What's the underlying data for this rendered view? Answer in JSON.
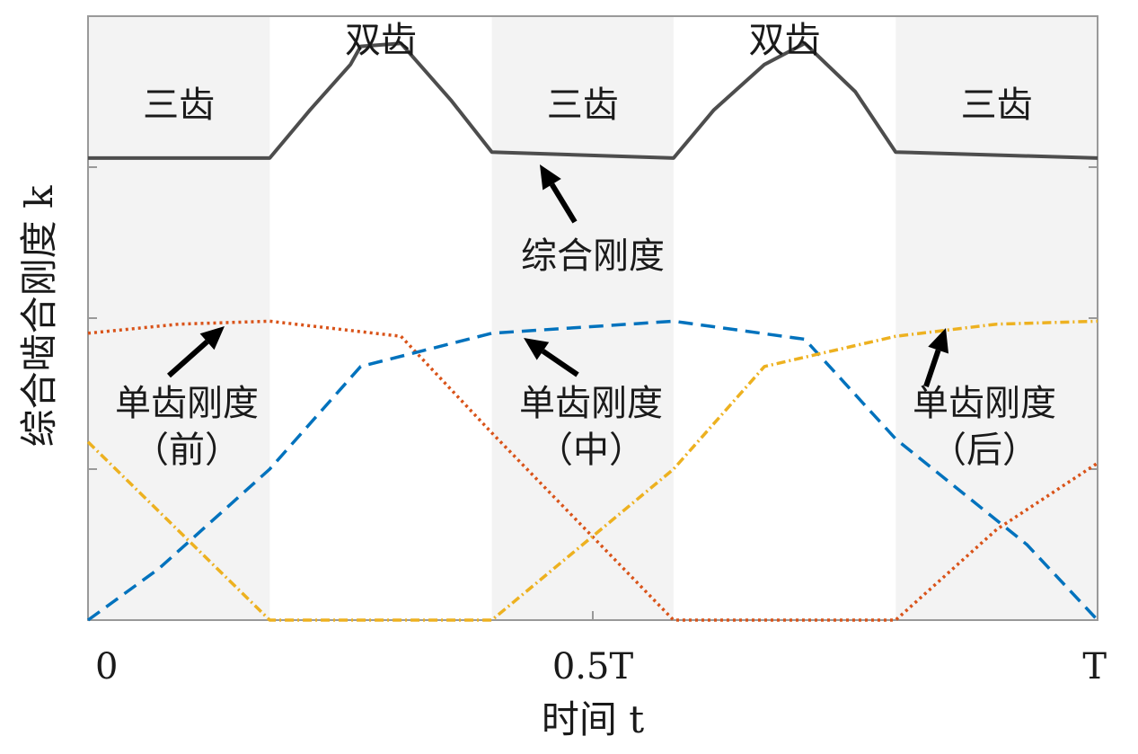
{
  "chart_data": {
    "type": "line",
    "xlabel": "时间 t",
    "ylabel": "综合啮合刚度 k",
    "x_ticks": [
      "0",
      "0.5T",
      "T"
    ],
    "xlim": [
      0,
      1
    ],
    "ylim": [
      0,
      2
    ],
    "grid": false,
    "regions": [
      {
        "label": "三齿",
        "x": [
          0,
          0.18
        ],
        "shaded": true
      },
      {
        "label": "双齿",
        "x": [
          0.18,
          0.4
        ],
        "shaded": false
      },
      {
        "label": "三齿",
        "x": [
          0.4,
          0.58
        ],
        "shaded": true
      },
      {
        "label": "双齿",
        "x": [
          0.58,
          0.8
        ],
        "shaded": false
      },
      {
        "label": "三齿",
        "x": [
          0.8,
          1.0
        ],
        "shaded": true
      }
    ],
    "annotations": [
      {
        "text": "综合刚度",
        "target": "total"
      },
      {
        "text": "单齿刚度",
        "sub": "（前）",
        "target": "front"
      },
      {
        "text": "单齿刚度",
        "sub": "（中）",
        "target": "middle"
      },
      {
        "text": "单齿刚度",
        "sub": "（后）",
        "target": "rear"
      }
    ],
    "series": [
      {
        "id": "total",
        "color": "#4d4d4d",
        "style": "solid",
        "x": [
          0,
          0.18,
          0.22,
          0.26,
          0.27,
          0.31,
          0.36,
          0.4,
          0.58,
          0.62,
          0.67,
          0.71,
          0.76,
          0.8,
          1.0
        ],
        "y": [
          1.53,
          1.53,
          1.69,
          1.84,
          1.9,
          1.91,
          1.72,
          1.55,
          1.53,
          1.69,
          1.84,
          1.91,
          1.75,
          1.55,
          1.53
        ]
      },
      {
        "id": "front",
        "color": "#d95319",
        "style": "dotted",
        "x": [
          0,
          0.09,
          0.18,
          0.31,
          0.4,
          0.58,
          0.8,
          0.9,
          1.0
        ],
        "y": [
          0.95,
          0.98,
          0.99,
          0.94,
          0.62,
          0.0,
          0.0,
          0.3,
          0.52
        ]
      },
      {
        "id": "middle",
        "color": "#0072bd",
        "style": "dashed",
        "x": [
          0,
          0.07,
          0.18,
          0.27,
          0.4,
          0.58,
          0.71,
          0.8,
          0.93,
          1.0
        ],
        "y": [
          0.0,
          0.17,
          0.5,
          0.84,
          0.95,
          0.99,
          0.93,
          0.6,
          0.25,
          0.0
        ]
      },
      {
        "id": "rear",
        "color": "#edb120",
        "style": "dash-dot",
        "x": [
          0,
          0.18,
          0.4,
          0.58,
          0.67,
          0.8,
          0.9,
          1.0
        ],
        "y": [
          0.59,
          0.0,
          0.0,
          0.5,
          0.84,
          0.94,
          0.98,
          0.99
        ]
      }
    ]
  }
}
